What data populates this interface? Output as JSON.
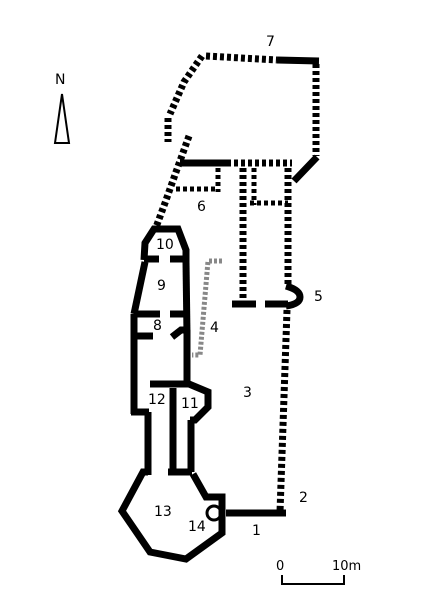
{
  "north": {
    "label": "N"
  },
  "scale_bar": {
    "start_label": "0",
    "end_label": "10m"
  },
  "labels": [
    "1",
    "2",
    "3",
    "4",
    "5",
    "6",
    "7",
    "8",
    "9",
    "10",
    "11",
    "12",
    "13",
    "14"
  ]
}
